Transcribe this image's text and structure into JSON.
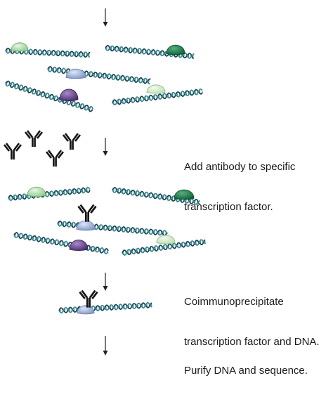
{
  "steps": [
    {
      "line1": "Add antibody to specific",
      "line2": "transcription factor."
    },
    {
      "line1": "Coimmunoprecipitate",
      "line2": "transcription factor and DNA."
    },
    {
      "line1": "Purify DNA and sequence.",
      "line2": ""
    }
  ],
  "colors": {
    "dna_strand_a": "#2a8e98",
    "dna_strand_b": "#2b3b45",
    "dna_rungs": "#3b6d80",
    "light_green_protein": "#a9dba7",
    "dark_green_protein": "#1f7a4a",
    "blue_protein": "#9eb3d8",
    "purple_protein": "#6d4a90",
    "pale_green_protein": "#d4ecc8",
    "antibody": "#151515",
    "arrow": "#222222"
  }
}
